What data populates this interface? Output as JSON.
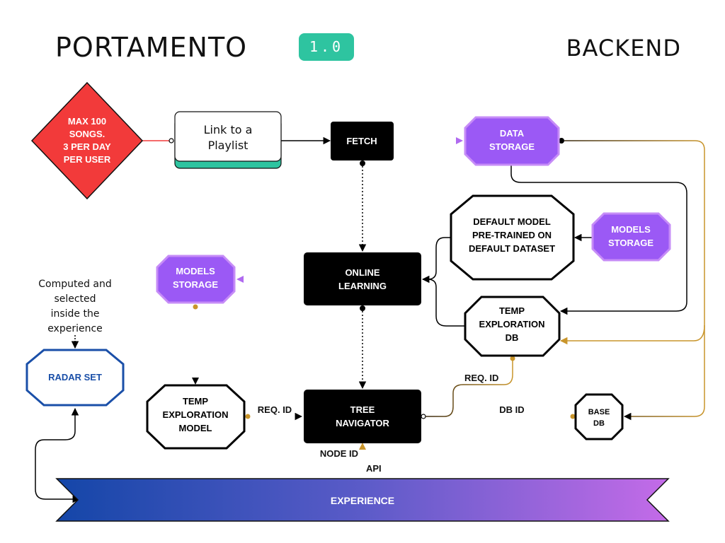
{
  "header": {
    "title": "PORTAMENTO",
    "version": "1.0",
    "section": "BACKEND"
  },
  "colors": {
    "teal": "#2ec4a0",
    "red": "#f23a3a",
    "purple": "#9b59f5",
    "purple_border": "#c68cf7",
    "gold": "#c9952b",
    "blue": "#1a4fa8",
    "black": "#000000"
  },
  "nodes": {
    "limit": [
      "MAX 100",
      "SONGS.",
      "3 PER DAY",
      "PER USER"
    ],
    "playlist": [
      "Link to a",
      "Playlist"
    ],
    "fetch": "FETCH",
    "data_storage": [
      "DATA",
      "STORAGE"
    ],
    "default_model": [
      "DEFAULT MODEL",
      "PRE-TRAINED ON",
      "DEFAULT DATASET"
    ],
    "models_storage_right": [
      "MODELS",
      "STORAGE"
    ],
    "models_storage_left": [
      "MODELS",
      "STORAGE"
    ],
    "online_learning": [
      "ONLINE",
      "LEARNING"
    ],
    "temp_db": [
      "TEMP",
      "EXPLORATION",
      "DB"
    ],
    "note": [
      "Computed and",
      "selected",
      "inside the",
      "experience"
    ],
    "radar_set": "RADAR SET",
    "temp_model": [
      "TEMP",
      "EXPLORATION",
      "MODEL"
    ],
    "tree_navigator": [
      "TREE",
      "NAVIGATOR"
    ],
    "base_db": [
      "BASE",
      "DB"
    ],
    "experience": "EXPERIENCE"
  },
  "edges": {
    "req_id_left": "REQ. ID",
    "req_id_top": "REQ. ID",
    "db_id": "DB ID",
    "node_id": "NODE ID",
    "api": "API"
  }
}
